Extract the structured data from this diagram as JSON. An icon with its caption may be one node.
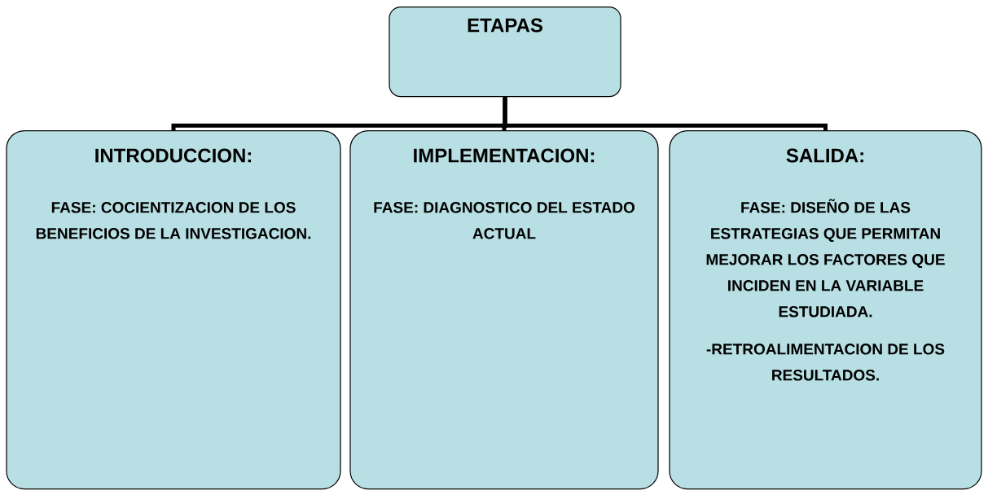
{
  "diagram": {
    "nodes": [
      {
        "text": [
          "ETAPAS"
        ]
      },
      {
        "text": [
          "INTRODUCCION:",
          "FASE: COCIENTIZACION DE LOS BENEFICIOS DE LA INVESTIGACION."
        ]
      },
      {
        "text": [
          "IMPLEMENTACION:",
          "FASE: DIAGNOSTICO DEL ESTADO ACTUAL"
        ]
      },
      {
        "text": [
          "SALIDA:",
          "FASE: DISEÑO DE LAS ESTRATEGIAS QUE PERMITAN MEJORAR LOS FACTORES QUE INCIDEN EN LA VARIABLE ESTUDIADA.",
          "-RETROALIMENTACION DE LOS RESULTADOS."
        ]
      }
    ],
    "edges": [
      {
        "from": 0,
        "to": 1,
        "arrow": "none"
      },
      {
        "from": 0,
        "to": 2,
        "arrow": "none"
      },
      {
        "from": 0,
        "to": 3,
        "arrow": "none"
      }
    ]
  }
}
